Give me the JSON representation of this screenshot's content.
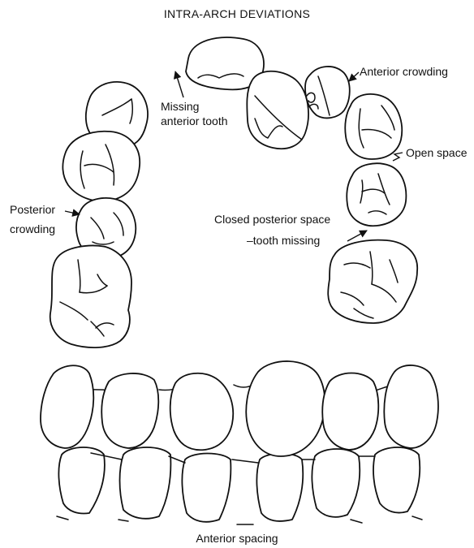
{
  "title": "INTRA-ARCH DEVIATIONS",
  "labels": {
    "missing_anterior_line1": "Missing",
    "missing_anterior_line2": "anterior tooth",
    "anterior_crowding": "Anterior crowding",
    "open_space": "Open space",
    "posterior_crowding_line1": "Posterior",
    "posterior_crowding_line2": "crowding",
    "closed_posterior_line1": "Closed posterior space",
    "closed_posterior_line2": "–tooth missing"
  },
  "caption": "Anterior spacing",
  "colors": {
    "ink": "#111111",
    "paper": "#ffffff"
  }
}
